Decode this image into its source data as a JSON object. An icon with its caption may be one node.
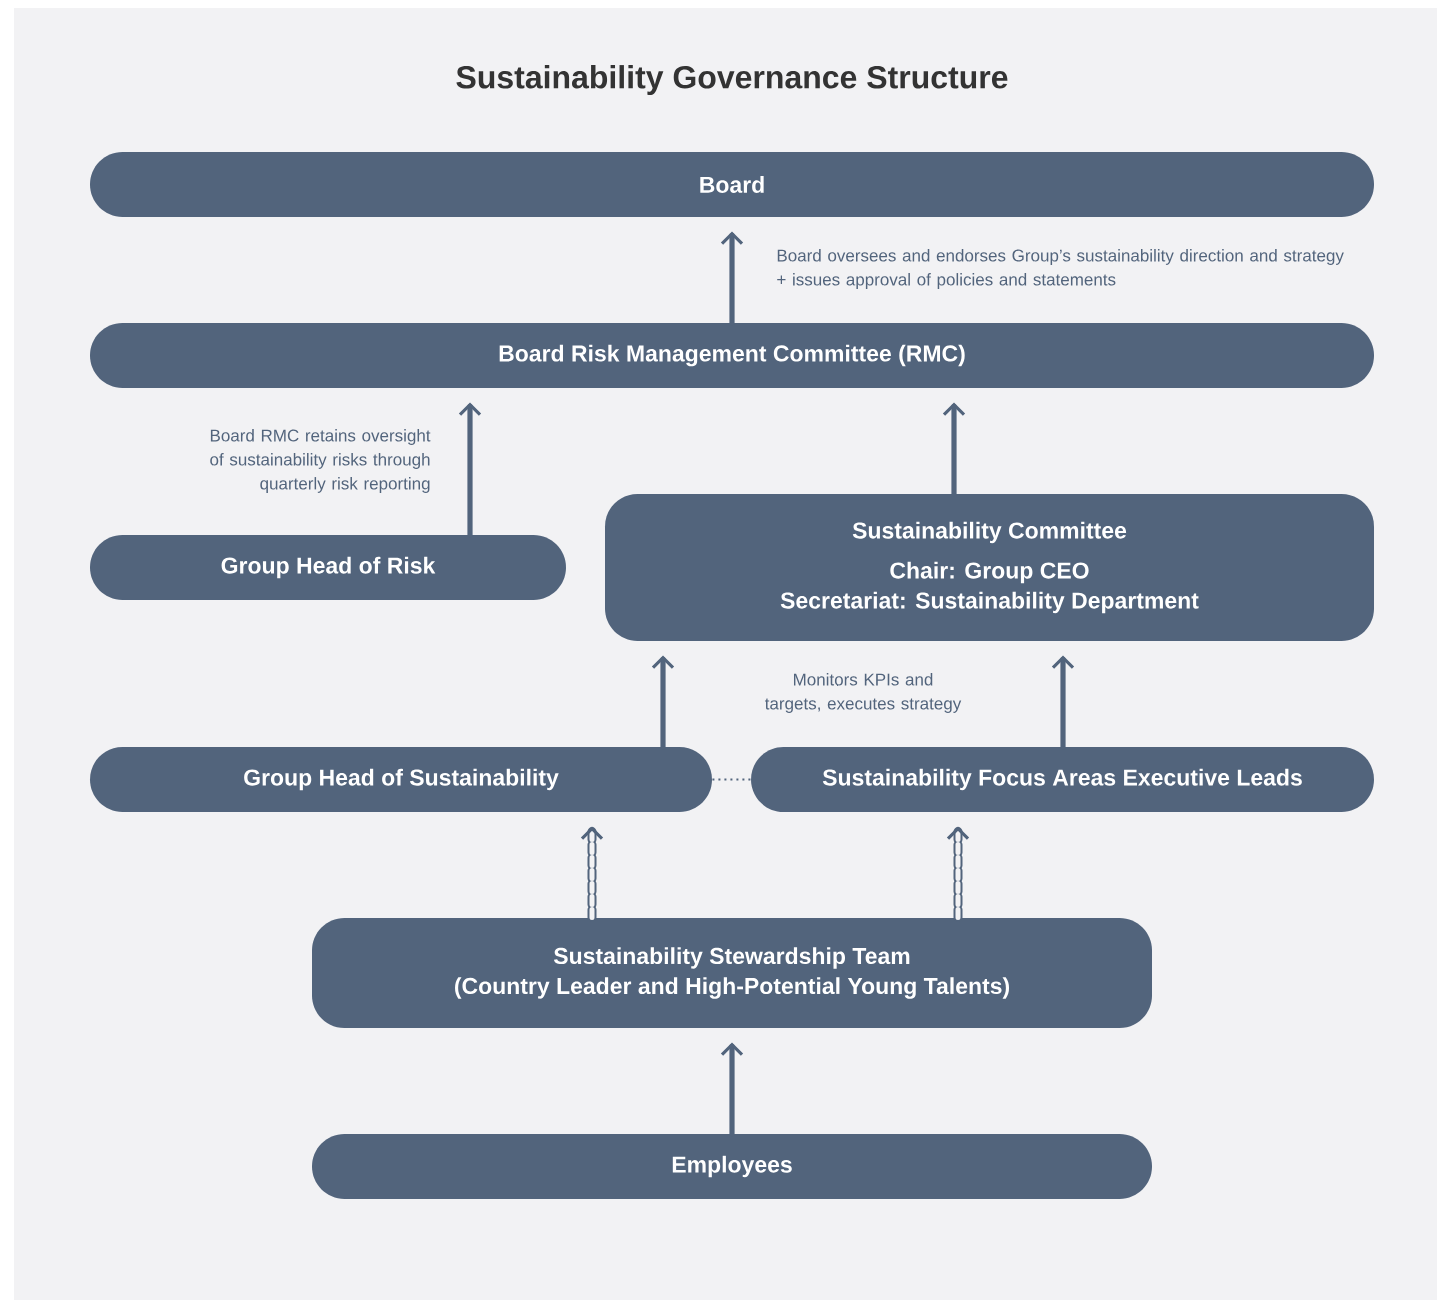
{
  "diagram": {
    "title": "Sustainability Governance Structure",
    "nodes": [
      {
        "text": [
          "Board"
        ]
      },
      {
        "text": [
          "Board Risk Management Committee (RMC)"
        ]
      },
      {
        "text": [
          "Group Head of Risk"
        ]
      },
      {
        "text": [
          "Sustainability Committee",
          "Chair: Group CEO",
          "Secretariat: Sustainability Department"
        ]
      },
      {
        "text": [
          "Group Head of Sustainability"
        ]
      },
      {
        "text": [
          "Sustainability Focus Areas Executive Leads"
        ]
      },
      {
        "text": [
          "Sustainability Stewardship Team",
          "(Country Leader and High-Potential Young Talents)"
        ]
      },
      {
        "text": [
          "Employees"
        ]
      }
    ],
    "edges": [
      {
        "from": 1,
        "to": 0,
        "arrow": "to",
        "label": "Board oversees and endorses Group’s sustainability direction and strategy + issues approval of policies and statements"
      },
      {
        "from": 2,
        "to": 1,
        "arrow": "to",
        "label": "Board RMC retains oversight of sustainability risks through quarterly risk reporting"
      },
      {
        "from": 3,
        "to": 1,
        "arrow": "to"
      },
      {
        "from": 4,
        "to": 3,
        "arrow": "to"
      },
      {
        "from": 5,
        "to": 3,
        "arrow": "to"
      },
      {
        "from": 4,
        "to": 5,
        "arrow": "none",
        "style": "dashed"
      },
      {
        "from": 6,
        "to": 4,
        "arrow": "to",
        "style": "dashed"
      },
      {
        "from": 6,
        "to": 5,
        "arrow": "to",
        "style": "dashed"
      },
      {
        "from": 7,
        "to": 6,
        "arrow": "to"
      }
    ],
    "labels": [
      "Monitors KPIs and targets, executes strategy"
    ]
  }
}
